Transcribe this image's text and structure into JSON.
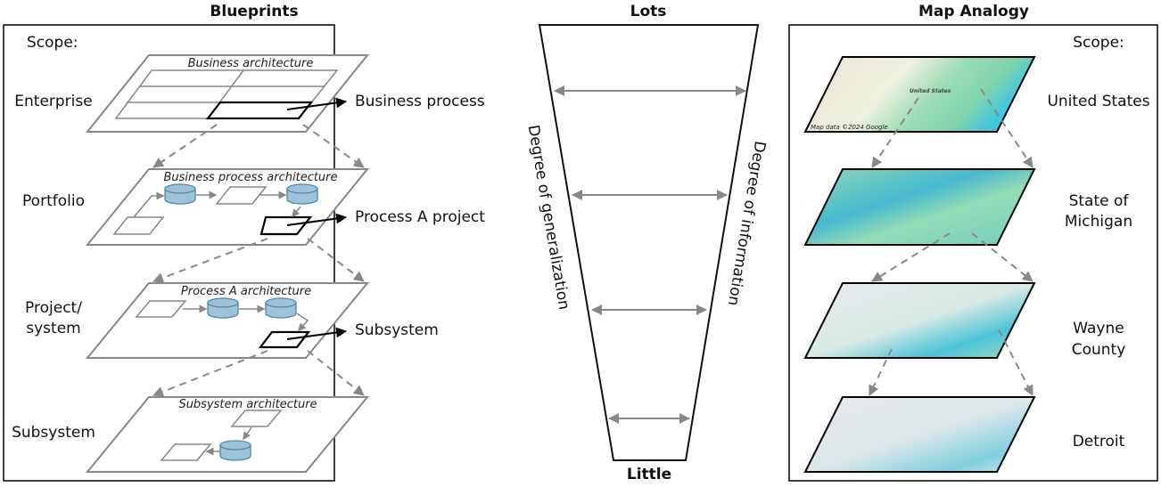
{
  "panels": {
    "blueprints": {
      "title": "Blueprints",
      "scope_label": "Scope:",
      "levels": [
        {
          "scope": "Enterprise",
          "plane_title": "Business architecture",
          "output": "Business process"
        },
        {
          "scope": "Portfolio",
          "plane_title": "Business process architecture",
          "output": "Process A project"
        },
        {
          "scope_line1": "Project/",
          "scope_line2": "system",
          "plane_title": "Process A architecture",
          "output": "Subsystem"
        },
        {
          "scope": "Subsystem",
          "plane_title": "Subsystem architecture"
        }
      ]
    },
    "middle": {
      "top_label": "Lots",
      "bottom_label": "Little",
      "left_axis": "Degree of generalization",
      "right_axis": "Degree of information"
    },
    "map_analogy": {
      "title": "Map Analogy",
      "scope_label": "Scope:",
      "attribution": "Map data ©2024 Google",
      "map_label": "United States",
      "levels": [
        {
          "line1": "United States"
        },
        {
          "line1": "State of",
          "line2": "Michigan"
        },
        {
          "line1": "Wayne",
          "line2": "County"
        },
        {
          "line1": "Detroit"
        }
      ]
    }
  },
  "colors": {
    "plane_stroke": "#888888",
    "highlight": "#000000",
    "database_fill": "#9dc3d9",
    "map_water": "#3ec6df",
    "map_land": "#8fd9b4"
  }
}
